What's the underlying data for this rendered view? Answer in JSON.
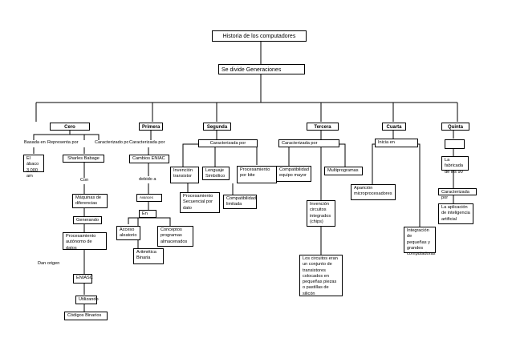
{
  "title": "Historia de los computadores",
  "divide": "Se divide Generaciones",
  "generations": [
    "Cero",
    "Primera",
    "Segunda",
    "Tercera",
    "Cuarta",
    "Quinta"
  ],
  "cero": {
    "basada": "Basada en",
    "representa": "Representa por",
    "caracterizado": "Caracterizado por",
    "abaco": "El ábaco 3.000 am",
    "babage": "Sharles Babage",
    "con": "Con",
    "maquinas": "Máquinas de diferencias",
    "generando": "Generando",
    "procesamiento": "Procesamiento autónomo de datos",
    "dan_origen": "Dan origen",
    "eniac": "ENIASC",
    "utilizando": "Utilizando",
    "codigos": "Códigos Binarios"
  },
  "primera": {
    "caracterizada": "Caracterizada por",
    "cambios": "Cambios ENIAC",
    "debido": "debido a",
    "avances": "Avances",
    "en": "En",
    "acceso": "Acceso aleatorio",
    "conceptos": "Conceptos programas almacenados",
    "aritmetica": "Aritmética Binaria"
  },
  "segunda": {
    "caracterizada": "Caracterizada por",
    "invencion": "Invención transistor",
    "lenguaje": "Lenguaje Simbólico",
    "proc_bit": "Procesamiento por bite",
    "proc_secuencial": "Procesamiento Secuencial por dato",
    "compat_limitada": "Compatibilidad limitada"
  },
  "tercera": {
    "caracterizada": "Caracterizada por",
    "compat_equipo": "Compatibilidad equipo mayor",
    "multiprogramas": "Multiprogramas",
    "invencion_circuitos": "Invención circuitos integrados (chips)",
    "circuitos_texto": "Los circuitos eran un conjunto de transistores colocados en pequeñas piezas o pastillas de silicón"
  },
  "cuarta": {
    "inicia": "Inicia en",
    "aparicion": "Aparición microprocesadores",
    "integracion": "Integración de pequeñas y grandes computadoras"
  },
  "quinta": {
    "top": "",
    "fabricada": "La fabricada de los 90",
    "caracterizada": "Caracterizada por",
    "aplicacion": "La aplicación de inteligencia artificial"
  }
}
